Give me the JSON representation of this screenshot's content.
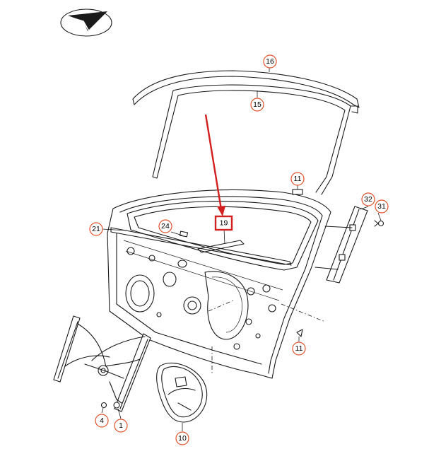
{
  "diagram": {
    "callouts": [
      {
        "id": "c16",
        "label": "16"
      },
      {
        "id": "c15",
        "label": "15"
      },
      {
        "id": "c11a",
        "label": "11"
      },
      {
        "id": "c32",
        "label": "32"
      },
      {
        "id": "c31",
        "label": "31"
      },
      {
        "id": "c21",
        "label": "21"
      },
      {
        "id": "c24",
        "label": "24"
      },
      {
        "id": "c19",
        "label": "19",
        "highlighted": true
      },
      {
        "id": "c11b",
        "label": "11"
      },
      {
        "id": "c4",
        "label": "4"
      },
      {
        "id": "c1",
        "label": "1"
      },
      {
        "id": "c10",
        "label": "10"
      }
    ],
    "colors": {
      "callout_ring": "#e2512a",
      "highlight": "#d21f1f",
      "line": "#1a1a1a"
    },
    "logo_icon": "paper-plane-check-icon"
  }
}
